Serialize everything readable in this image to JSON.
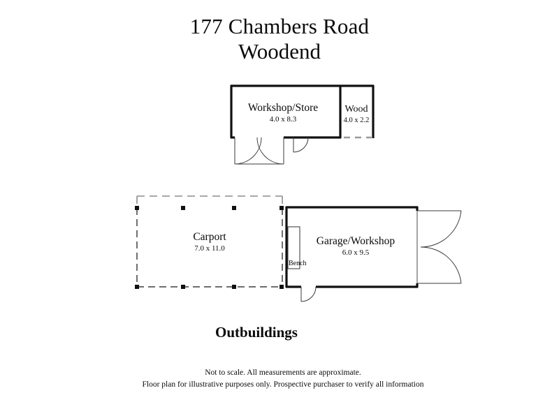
{
  "document": {
    "title_line_1": "177 Chambers Road",
    "title_line_2": "Woodend",
    "section_heading": "Outbuildings",
    "footer_line_1": "Not to scale. All measurements are approximate.",
    "footer_line_2": "Floor plan for illustrative purposes only. Prospective purchaser to verify all information"
  },
  "colors": {
    "wall": "#111111",
    "paper": "#ffffff",
    "open_wall": "#9a9a9a",
    "carport_dash": "#6e6e6e",
    "text": "#0a0a0a"
  },
  "rooms": [
    {
      "id": "workshop-store",
      "name": "Workshop/Store",
      "dimensions": "4.0 x 8.3"
    },
    {
      "id": "wood",
      "name": "Wood",
      "dimensions": "4.0 x 2.2"
    },
    {
      "id": "carport",
      "name": "Carport",
      "dimensions": "7.0 x 11.0"
    },
    {
      "id": "garage-workshop",
      "name": "Garage/Workshop",
      "dimensions": "6.0 x 9.5"
    }
  ],
  "fixtures": [
    {
      "id": "bench",
      "label": "Bench"
    }
  ]
}
